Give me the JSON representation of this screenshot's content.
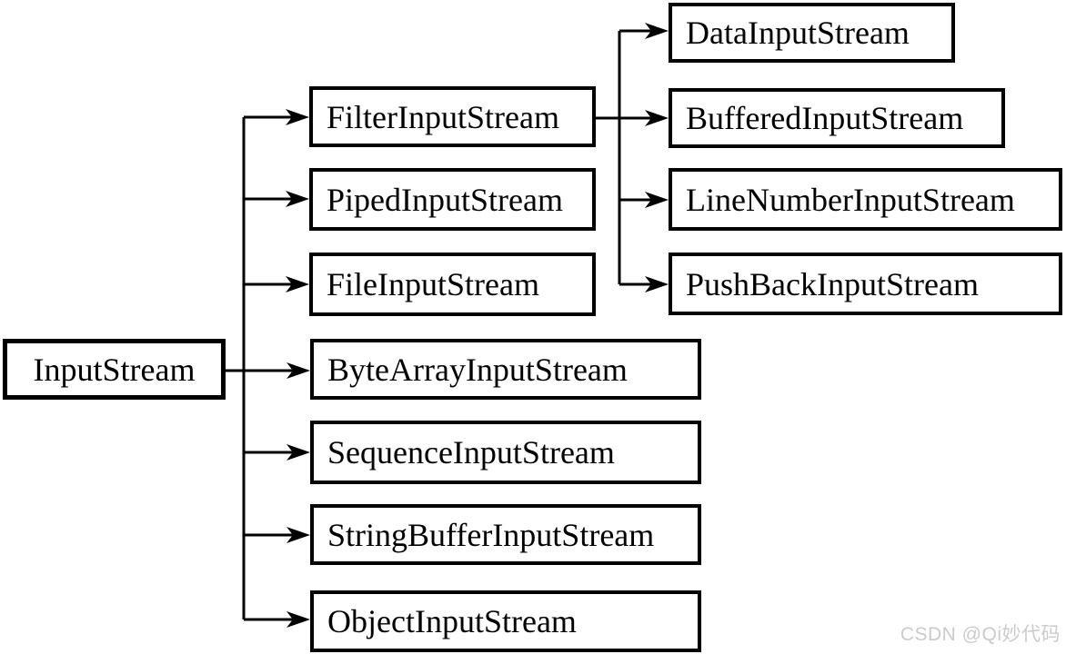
{
  "diagram": {
    "type": "class-hierarchy",
    "root": {
      "label": "InputStream"
    },
    "children": [
      {
        "label": "FilterInputStream"
      },
      {
        "label": "PipedInputStream"
      },
      {
        "label": "FileInputStream"
      },
      {
        "label": "ByteArrayInputStream"
      },
      {
        "label": "SequenceInputStream"
      },
      {
        "label": "StringBufferInputStream"
      },
      {
        "label": "ObjectInputStream"
      }
    ],
    "filter_children": [
      {
        "label": "DataInputStream"
      },
      {
        "label": "BufferedInputStream"
      },
      {
        "label": "LineNumberInputStream"
      },
      {
        "label": "PushBackInputStream"
      }
    ]
  },
  "watermark": {
    "text": "CSDN @Qi妙代码"
  },
  "colors": {
    "line": "#000000",
    "box_border": "#000000",
    "box_background": "#ffffff",
    "text": "#000000",
    "page_background": "#ffffff",
    "watermark": "#cbcbcb"
  }
}
